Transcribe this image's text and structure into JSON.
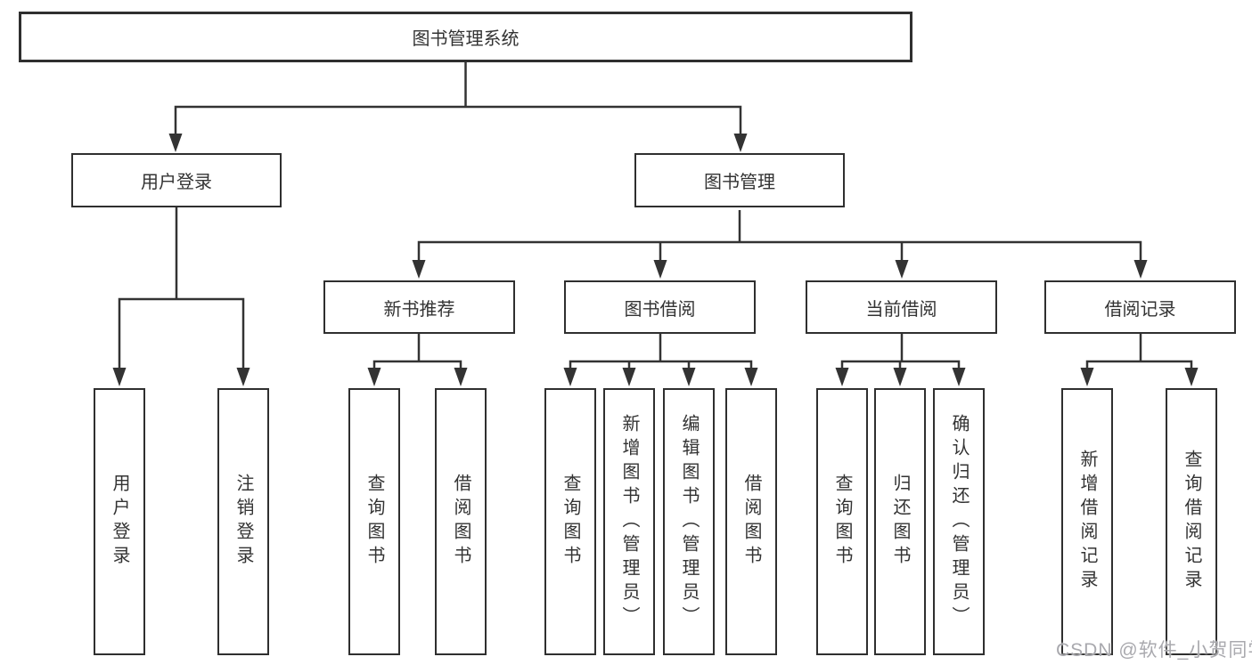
{
  "diagram_type": "hierarchy-chart",
  "colors": {
    "background": "#ffffff",
    "box_border": "#2f2f2f",
    "box_fill": "#ffffff",
    "line": "#333333",
    "text": "#333333",
    "watermark": "#a9a9ae"
  },
  "tree": {
    "label": "图书管理系统",
    "children": [
      {
        "label": "用户登录",
        "children": [
          {
            "label": "用户登录"
          },
          {
            "label": "注销登录"
          }
        ]
      },
      {
        "label": "图书管理",
        "children": [
          {
            "label": "新书推荐",
            "children": [
              {
                "label": "查询图书"
              },
              {
                "label": "借阅图书"
              }
            ]
          },
          {
            "label": "图书借阅",
            "children": [
              {
                "label": "查询图书"
              },
              {
                "label": "新增图书（管理员）"
              },
              {
                "label": "编辑图书（管理员）"
              },
              {
                "label": "借阅图书"
              }
            ]
          },
          {
            "label": "当前借阅",
            "children": [
              {
                "label": "查询图书"
              },
              {
                "label": "归还图书"
              },
              {
                "label": "确认归还（管理员）"
              }
            ]
          },
          {
            "label": "借阅记录",
            "children": [
              {
                "label": "新增借阅记录"
              },
              {
                "label": "查询借阅记录"
              }
            ]
          }
        ]
      }
    ]
  },
  "watermark": {
    "text": "CSDN @软件_小贺同学"
  }
}
